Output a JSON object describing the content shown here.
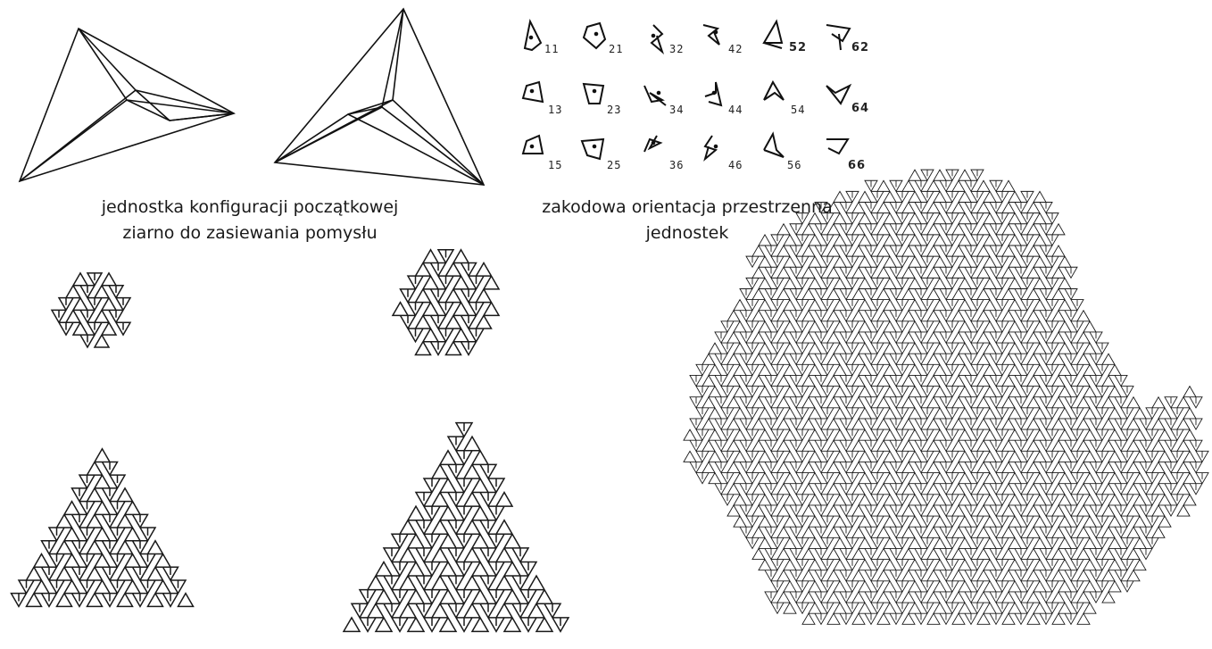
{
  "captions": {
    "unit": [
      "jednostka konfiguracji początkowej",
      "ziarno do zasiewania pomysłu"
    ],
    "orientation": [
      "zakodowa orientacja przestrzenna",
      "jednostek"
    ]
  },
  "orientation_grid": {
    "rows": [
      [
        "11",
        "21",
        "32",
        "42",
        "52",
        "62"
      ],
      [
        "13",
        "23",
        "34",
        "44",
        "54",
        "64"
      ],
      [
        "15",
        "25",
        "36",
        "46",
        "56",
        "66"
      ]
    ]
  },
  "colors": {
    "line": "#1a1a1a",
    "background": "#ffffff"
  }
}
